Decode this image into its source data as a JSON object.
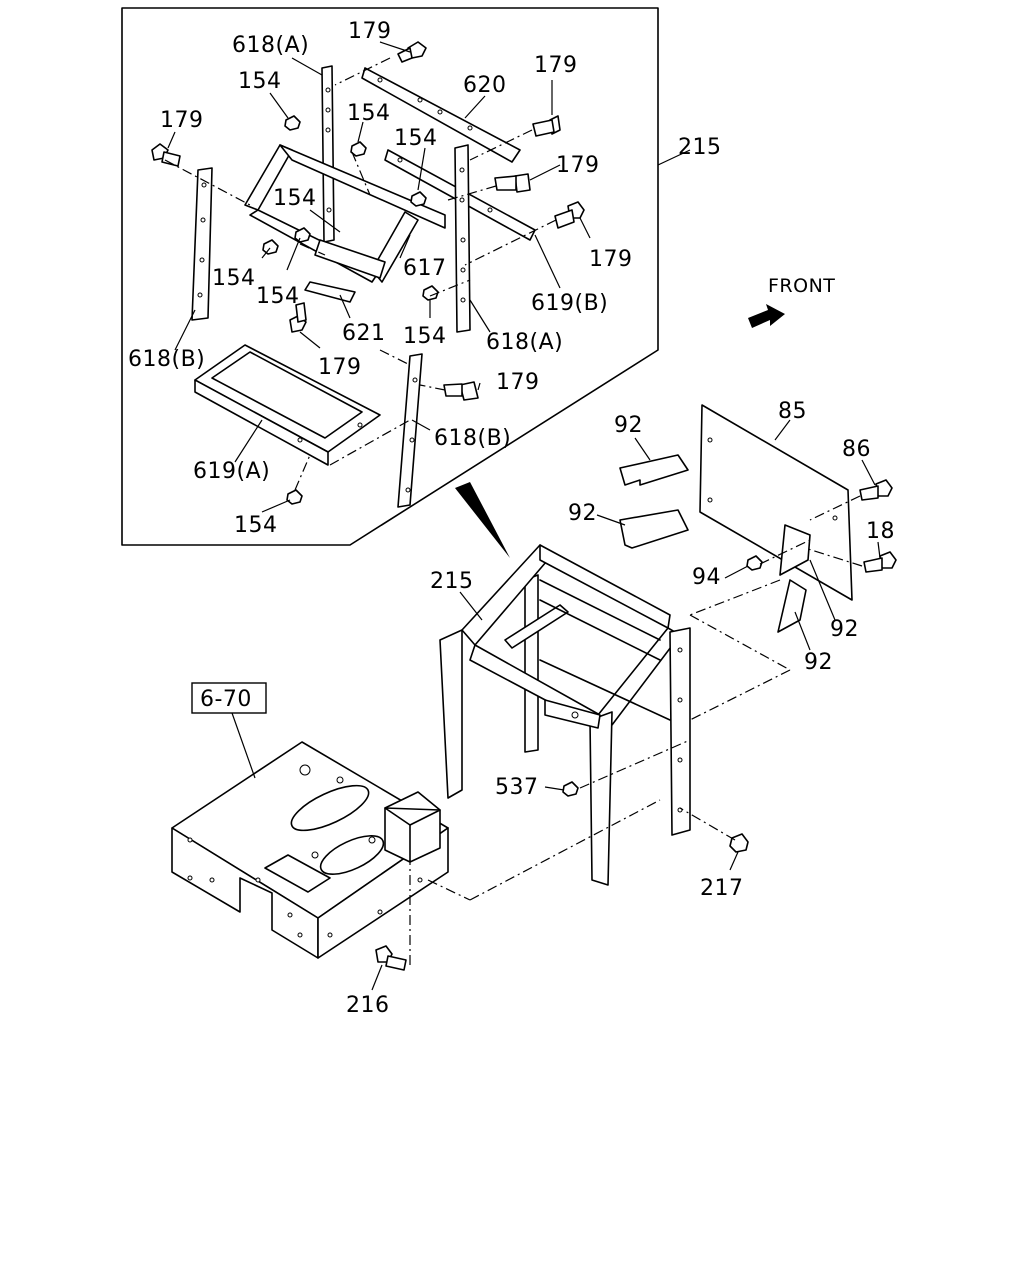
{
  "callouts": {
    "c618a_top": "618(A)",
    "c179_top": "179",
    "c154_a": "154",
    "c620": "620",
    "c179_right": "179",
    "c179_left": "179",
    "c154_b": "154",
    "c154_c": "154",
    "c179_mid": "179",
    "c215_top": "215",
    "c154_d": "154",
    "c179_b": "179",
    "c154_e": "154",
    "c617": "617",
    "c154_f": "154",
    "c619b": "619(B)",
    "c621": "621",
    "c154_g": "154",
    "c618a_b": "618(A)",
    "c618b_a": "618(B)",
    "c179_c": "179",
    "c179_d": "179",
    "c618b_b": "618(B)",
    "c619a": "619(A)",
    "c154_h": "154",
    "c85": "85",
    "c92_a": "92",
    "c86": "86",
    "c92_b": "92",
    "c18": "18",
    "c215_main": "215",
    "c94": "94",
    "c92_c": "92",
    "c92_d": "92",
    "c6_70": "6-70",
    "c537": "537",
    "c217": "217",
    "c216": "216"
  },
  "front_label": "FRONT"
}
